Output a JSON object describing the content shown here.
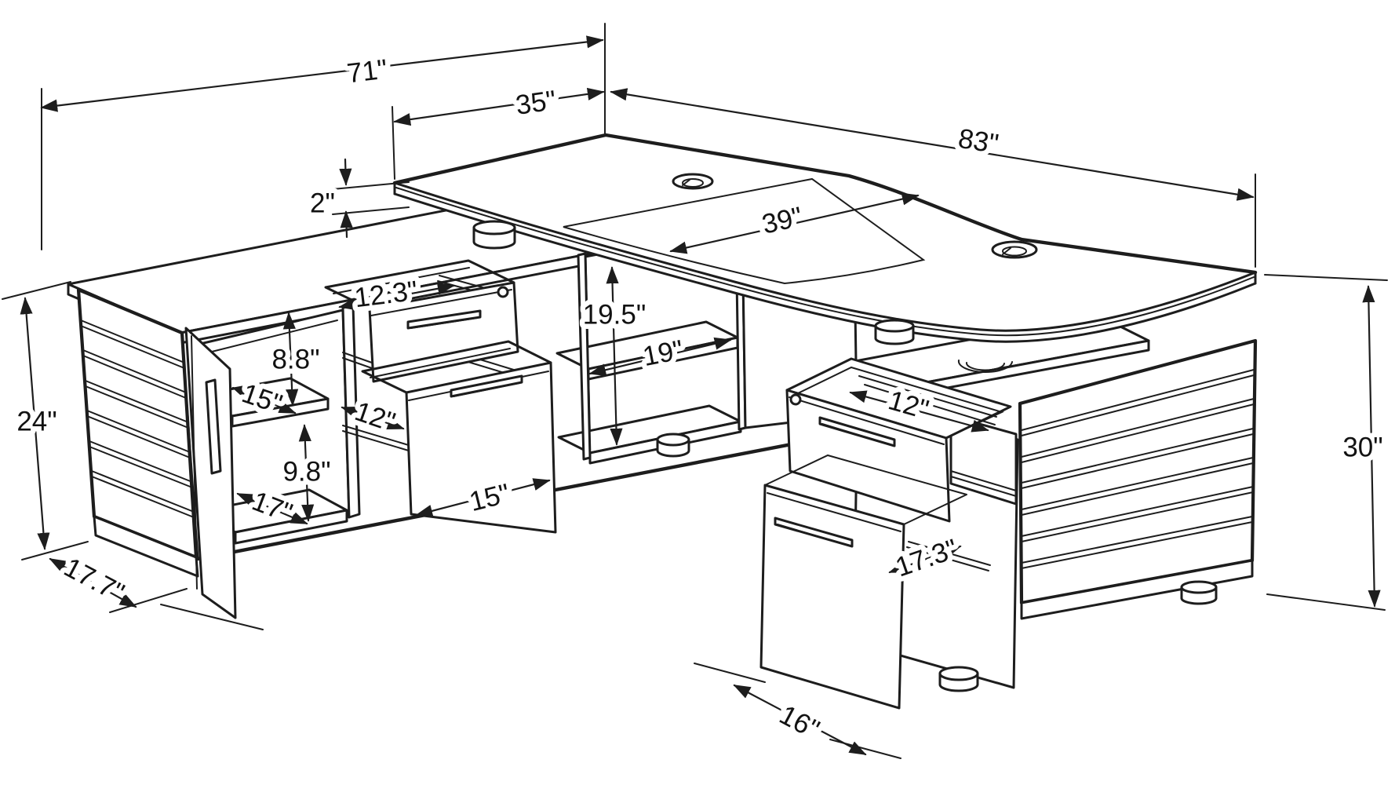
{
  "figure": {
    "type": "technical-dimension-diagram",
    "subject": "L-shaped executive desk with credenza return, open cabinet door, pulled-out drawers and storage pedestal",
    "background_color": "#ffffff",
    "line_color": "#1d1d1d"
  },
  "dims": {
    "d71": {
      "label": "71\"",
      "meaning": "credenza return overall width"
    },
    "d35": {
      "label": "35\"",
      "meaning": "return segment to corner"
    },
    "d83": {
      "label": "83\"",
      "meaning": "main desktop overall width"
    },
    "d2": {
      "label": "2\"",
      "meaning": "desktop thickness"
    },
    "d39": {
      "label": "39\"",
      "meaning": "main desktop depth"
    },
    "d24": {
      "label": "24\"",
      "meaning": "credenza height"
    },
    "d177": {
      "label": "17.7\"",
      "meaning": "credenza depth"
    },
    "d123": {
      "label": "12.3\"",
      "meaning": "pencil drawer extension"
    },
    "d88": {
      "label": "8.8\"",
      "meaning": "upper shelf clearance"
    },
    "d15s": {
      "label": "15\"",
      "meaning": "upper shelf depth"
    },
    "d98": {
      "label": "9.8\"",
      "meaning": "lower shelf clearance"
    },
    "d17s": {
      "label": "17\"",
      "meaning": "lower shelf depth"
    },
    "d12l": {
      "label": "12\"",
      "meaning": "credenza drawer depth"
    },
    "d15b": {
      "label": "15\"",
      "meaning": "file drawer front width"
    },
    "d195": {
      "label": "19.5\"",
      "meaning": "open cubby height"
    },
    "d19": {
      "label": "19\"",
      "meaning": "open cubby depth"
    },
    "d12r": {
      "label": "12\"",
      "meaning": "pedestal drawer depth"
    },
    "d173": {
      "label": "17.3\"",
      "meaning": "pedestal file drawer depth"
    },
    "d30": {
      "label": "30\"",
      "meaning": "desk height"
    },
    "d16": {
      "label": "16\"",
      "meaning": "pedestal width"
    }
  }
}
